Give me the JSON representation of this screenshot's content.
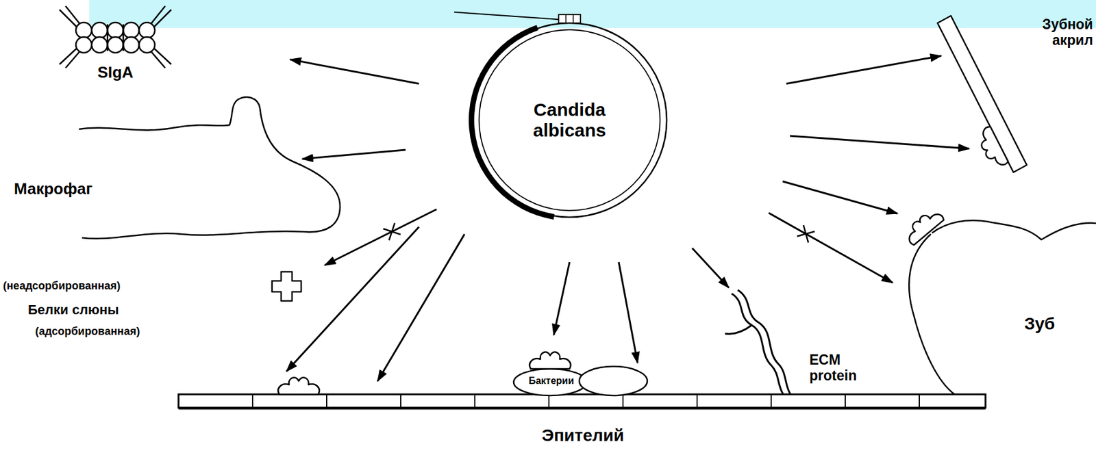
{
  "diagram": {
    "nodes": [
      {
        "text": [
          "Candida albicans"
        ]
      },
      {
        "text": [
          "SIgA"
        ]
      },
      {
        "text": [
          "Макрофаг"
        ]
      },
      {
        "text": [
          "(неадсорбированная)"
        ]
      },
      {
        "text": [
          "Эпителий"
        ]
      },
      {
        "text": [
          "Бактерии"
        ]
      },
      {
        "text": [
          "ECM protein"
        ]
      },
      {
        "text": [
          "Зуб"
        ]
      },
      {
        "text": [
          "Зубной акрил"
        ]
      }
    ],
    "edges": [
      {
        "from": 0,
        "to": 1,
        "arrow": "to"
      },
      {
        "from": 0,
        "to": 2,
        "arrow": "to"
      },
      {
        "from": 0,
        "to": 3,
        "arrow": "to"
      },
      {
        "from": 0,
        "to": 4,
        "arrow": "to"
      },
      {
        "from": 0,
        "to": 4,
        "arrow": "to"
      },
      {
        "from": 0,
        "to": 5,
        "arrow": "to"
      },
      {
        "from": 0,
        "to": 5,
        "arrow": "to"
      },
      {
        "from": 0,
        "to": 6,
        "arrow": "to"
      },
      {
        "from": 0,
        "to": 7,
        "arrow": "to"
      },
      {
        "from": 0,
        "to": 7,
        "arrow": "to"
      },
      {
        "from": 0,
        "to": 8,
        "arrow": "to"
      },
      {
        "from": 0,
        "to": 8,
        "arrow": "to"
      }
    ],
    "labels": [
      "Белки слюны",
      "(адсорбированная)"
    ]
  }
}
